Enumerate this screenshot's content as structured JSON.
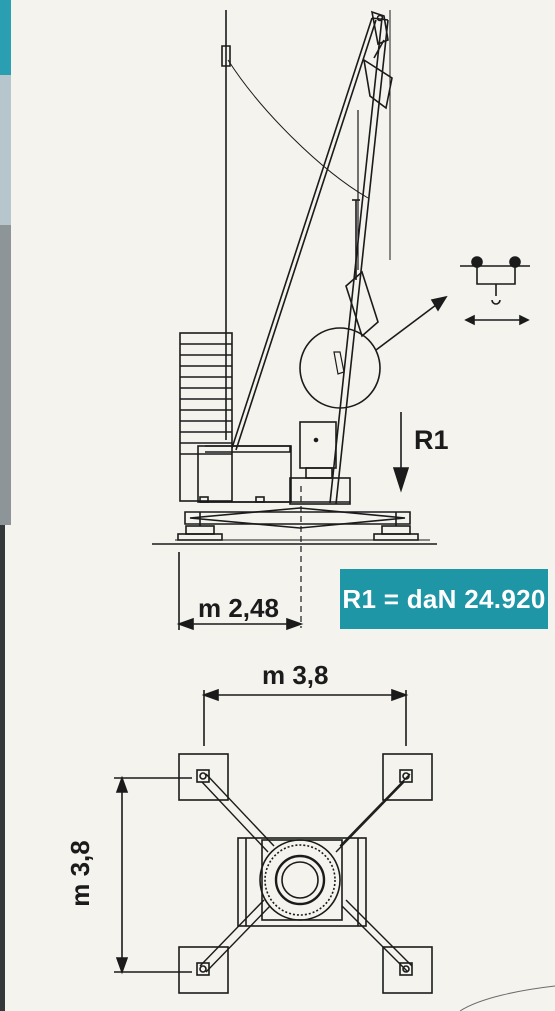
{
  "side_view": {
    "force_label": "R1",
    "width_dimension": "m 2,48",
    "load_value": "R1 = daN 24.920"
  },
  "plan_view": {
    "width_dimension": "m 3,8",
    "length_dimension": "m 3,8"
  },
  "colors": {
    "accent": "#1f96a6",
    "ink": "#1b1b1b",
    "paper": "#f4f3ee"
  }
}
